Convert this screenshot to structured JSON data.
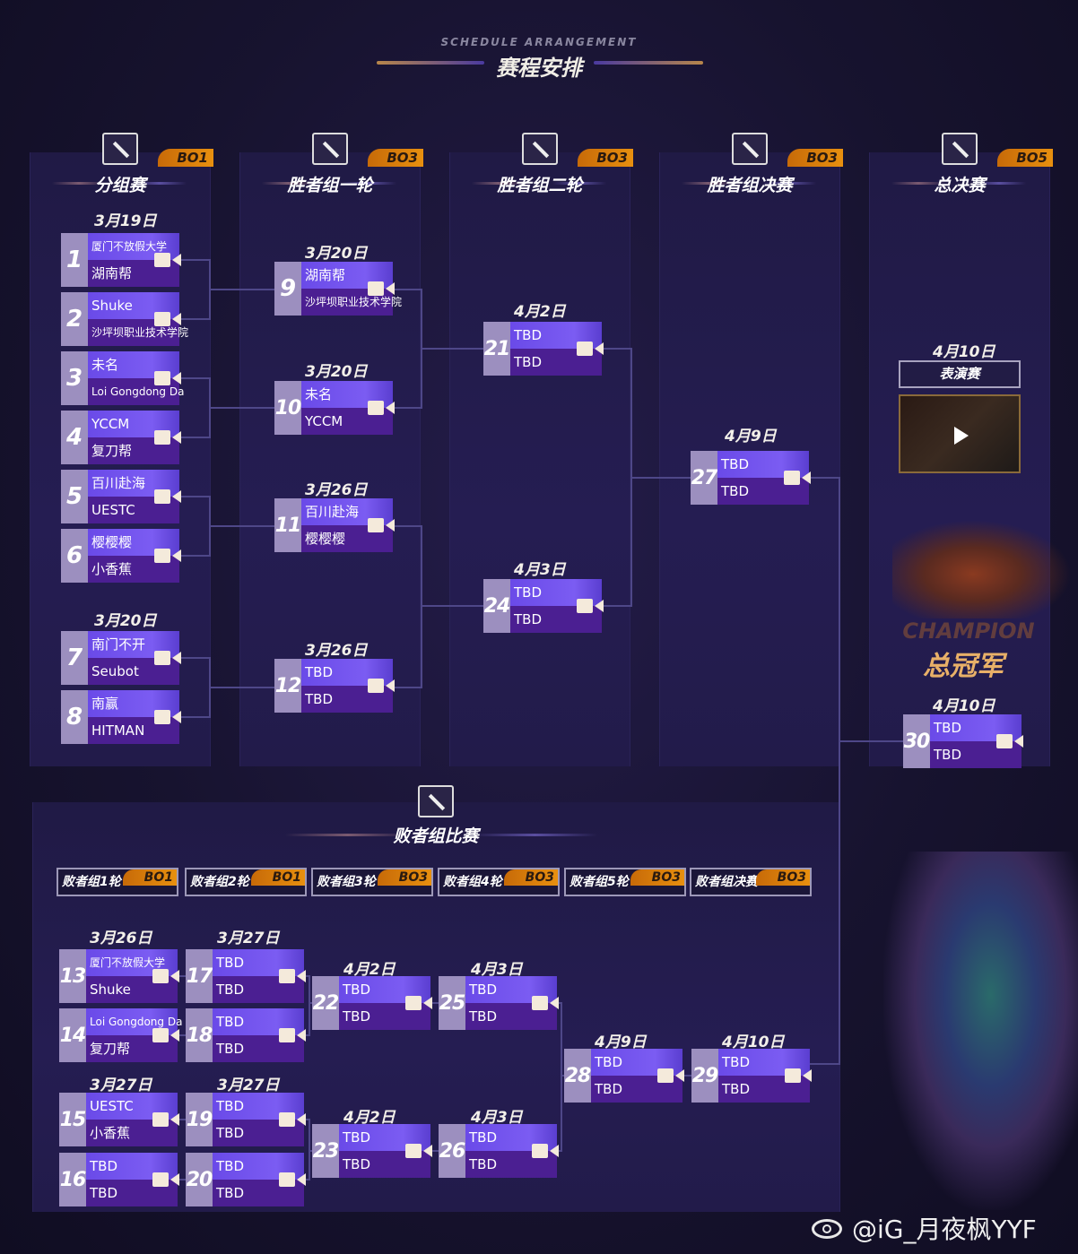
{
  "header": {
    "subtitle_en": "SCHEDULE ARRANGEMENT",
    "title": "赛程安排"
  },
  "columns": [
    {
      "title": "分组赛",
      "bo": "BO1"
    },
    {
      "title": "胜者组一轮",
      "bo": "BO3"
    },
    {
      "title": "胜者组二轮",
      "bo": "BO3"
    },
    {
      "title": "胜者组决赛",
      "bo": "BO3"
    },
    {
      "title": "总决赛",
      "bo": "BO5"
    }
  ],
  "losers": {
    "title": "败者组比赛",
    "rounds": [
      {
        "label": "败者组1轮",
        "bo": "BO1"
      },
      {
        "label": "败者组2轮",
        "bo": "BO1"
      },
      {
        "label": "败者组3轮",
        "bo": "BO3"
      },
      {
        "label": "败者组4轮",
        "bo": "BO3"
      },
      {
        "label": "败者组5轮",
        "bo": "BO3"
      },
      {
        "label": "败者组决赛",
        "bo": "BO3"
      }
    ]
  },
  "dates": [
    "3月19日",
    "3月20日",
    "3月20日",
    "3月20日",
    "3月26日",
    "3月26日",
    "4月2日",
    "4月3日",
    "4月9日",
    "4月10日",
    "4月10日",
    "3月26日",
    "3月27日",
    "3月27日",
    "3月27日",
    "4月2日",
    "4月3日",
    "4月2日",
    "4月3日",
    "4月9日",
    "4月10日"
  ],
  "matches": [
    {
      "id": "1",
      "team1": "厦门不放假大学",
      "team2": "湖南帮"
    },
    {
      "id": "2",
      "team1": "Shuke",
      "team2": "沙坪坝职业技术学院"
    },
    {
      "id": "3",
      "team1": "未名",
      "team2": "Loi Gongdong Da"
    },
    {
      "id": "4",
      "team1": "YCCM",
      "team2": "复刀帮"
    },
    {
      "id": "5",
      "team1": "百川赴海",
      "team2": "UESTC"
    },
    {
      "id": "6",
      "team1": "樱樱樱",
      "team2": "小香蕉"
    },
    {
      "id": "7",
      "team1": "南门不开",
      "team2": "Seubot"
    },
    {
      "id": "8",
      "team1": "南赢",
      "team2": "HITMAN"
    },
    {
      "id": "9",
      "team1": "湖南帮",
      "team2": "沙坪坝职业技术学院"
    },
    {
      "id": "10",
      "team1": "未名",
      "team2": "YCCM"
    },
    {
      "id": "11",
      "team1": "百川赴海",
      "team2": "樱樱樱"
    },
    {
      "id": "12",
      "team1": "TBD",
      "team2": "TBD"
    },
    {
      "id": "21",
      "team1": "TBD",
      "team2": "TBD"
    },
    {
      "id": "24",
      "team1": "TBD",
      "team2": "TBD"
    },
    {
      "id": "27",
      "team1": "TBD",
      "team2": "TBD"
    },
    {
      "id": "30",
      "team1": "TBD",
      "team2": "TBD"
    },
    {
      "id": "13",
      "team1": "厦门不放假大学",
      "team2": "Shuke"
    },
    {
      "id": "14",
      "team1": "Loi Gongdong Da",
      "team2": "复刀帮"
    },
    {
      "id": "15",
      "team1": "UESTC",
      "team2": "小香蕉"
    },
    {
      "id": "16",
      "team1": "TBD",
      "team2": "TBD"
    },
    {
      "id": "17",
      "team1": "TBD",
      "team2": "TBD"
    },
    {
      "id": "18",
      "team1": "TBD",
      "team2": "TBD"
    },
    {
      "id": "19",
      "team1": "TBD",
      "team2": "TBD"
    },
    {
      "id": "20",
      "team1": "TBD",
      "team2": "TBD"
    },
    {
      "id": "22",
      "team1": "TBD",
      "team2": "TBD"
    },
    {
      "id": "23",
      "team1": "TBD",
      "team2": "TBD"
    },
    {
      "id": "25",
      "team1": "TBD",
      "team2": "TBD"
    },
    {
      "id": "26",
      "team1": "TBD",
      "team2": "TBD"
    },
    {
      "id": "28",
      "team1": "TBD",
      "team2": "TBD"
    },
    {
      "id": "29",
      "team1": "TBD",
      "team2": "TBD"
    }
  ],
  "finals": {
    "showmatch_label": "表演赛",
    "champion_en": "CHAMPION",
    "champion_cn": "总冠军"
  },
  "watermark": "@iG_月夜枫YYF"
}
